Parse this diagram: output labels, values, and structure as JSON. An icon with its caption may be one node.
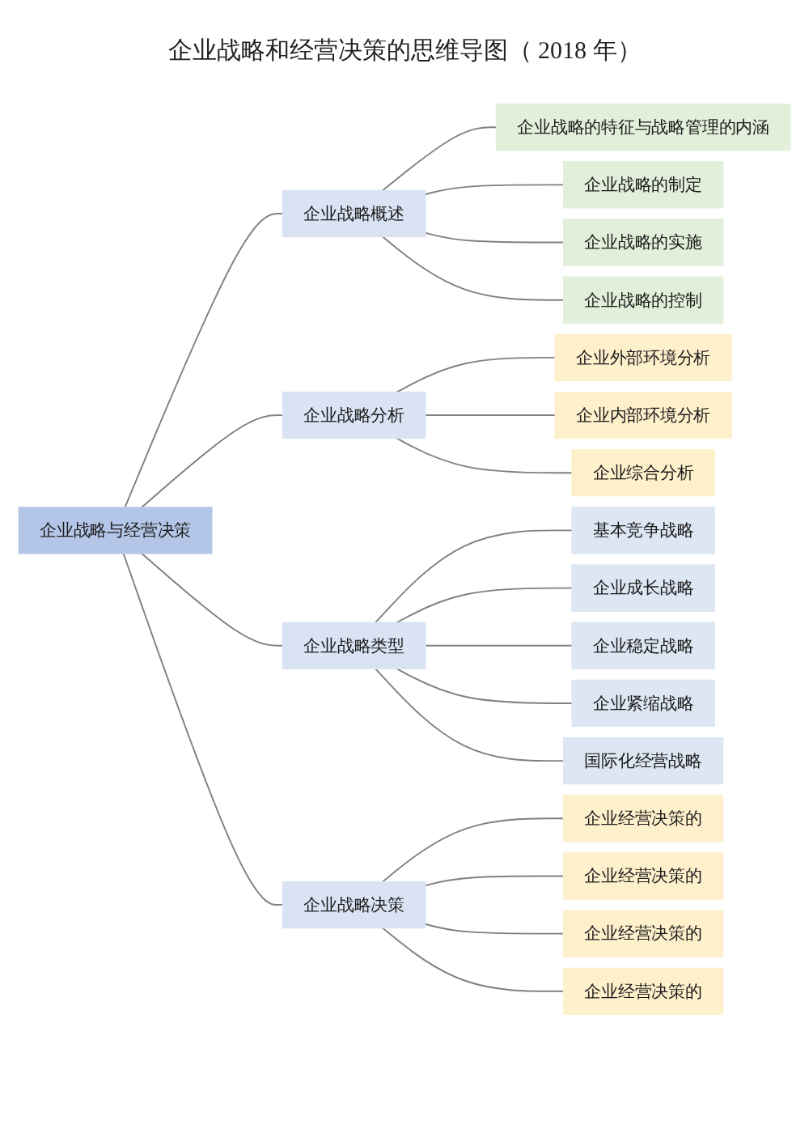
{
  "diagram": {
    "title": "企业战略和经营决策的思维导图（ 2018 年）",
    "nodes": [
      {
        "text": [
          "企业战略与经营决策"
        ]
      },
      {
        "text": [
          "企业战略概述"
        ]
      },
      {
        "text": [
          "企业战略的特征与战略管理的内涵"
        ]
      },
      {
        "text": [
          "企业战略的制定"
        ]
      },
      {
        "text": [
          "企业战略的实施"
        ]
      },
      {
        "text": [
          "企业战略的控制"
        ]
      },
      {
        "text": [
          "企业战略分析"
        ]
      },
      {
        "text": [
          "企业外部环境分析"
        ]
      },
      {
        "text": [
          "企业内部环境分析"
        ]
      },
      {
        "text": [
          "企业综合分析"
        ]
      },
      {
        "text": [
          "企业战略类型"
        ]
      },
      {
        "text": [
          "基本竞争战略"
        ]
      },
      {
        "text": [
          "企业成长战略"
        ]
      },
      {
        "text": [
          "企业稳定战略"
        ]
      },
      {
        "text": [
          "企业紧缩战略"
        ]
      },
      {
        "text": [
          "国际化经营战略"
        ]
      },
      {
        "text": [
          "企业战略决策"
        ]
      },
      {
        "text": [
          "企业经营决策的"
        ]
      },
      {
        "text": [
          "企业经营决策的"
        ]
      },
      {
        "text": [
          "企业经营决策的"
        ]
      },
      {
        "text": [
          "企业经营决策的"
        ]
      }
    ],
    "edges": [
      {
        "from": 0,
        "to": 1,
        "arrow": "none"
      },
      {
        "from": 0,
        "to": 6,
        "arrow": "none"
      },
      {
        "from": 0,
        "to": 10,
        "arrow": "none"
      },
      {
        "from": 0,
        "to": 16,
        "arrow": "none"
      },
      {
        "from": 1,
        "to": 2,
        "arrow": "none"
      },
      {
        "from": 1,
        "to": 3,
        "arrow": "none"
      },
      {
        "from": 1,
        "to": 4,
        "arrow": "none"
      },
      {
        "from": 1,
        "to": 5,
        "arrow": "none"
      },
      {
        "from": 6,
        "to": 7,
        "arrow": "none"
      },
      {
        "from": 6,
        "to": 8,
        "arrow": "none"
      },
      {
        "from": 6,
        "to": 9,
        "arrow": "none"
      },
      {
        "from": 10,
        "to": 11,
        "arrow": "none"
      },
      {
        "from": 10,
        "to": 12,
        "arrow": "none"
      },
      {
        "from": 10,
        "to": 13,
        "arrow": "none"
      },
      {
        "from": 10,
        "to": 14,
        "arrow": "none"
      },
      {
        "from": 10,
        "to": 15,
        "arrow": "none"
      },
      {
        "from": 16,
        "to": 17,
        "arrow": "none"
      },
      {
        "from": 16,
        "to": 18,
        "arrow": "none"
      },
      {
        "from": 16,
        "to": 19,
        "arrow": "none"
      },
      {
        "from": 16,
        "to": 20,
        "arrow": "none"
      }
    ]
  }
}
